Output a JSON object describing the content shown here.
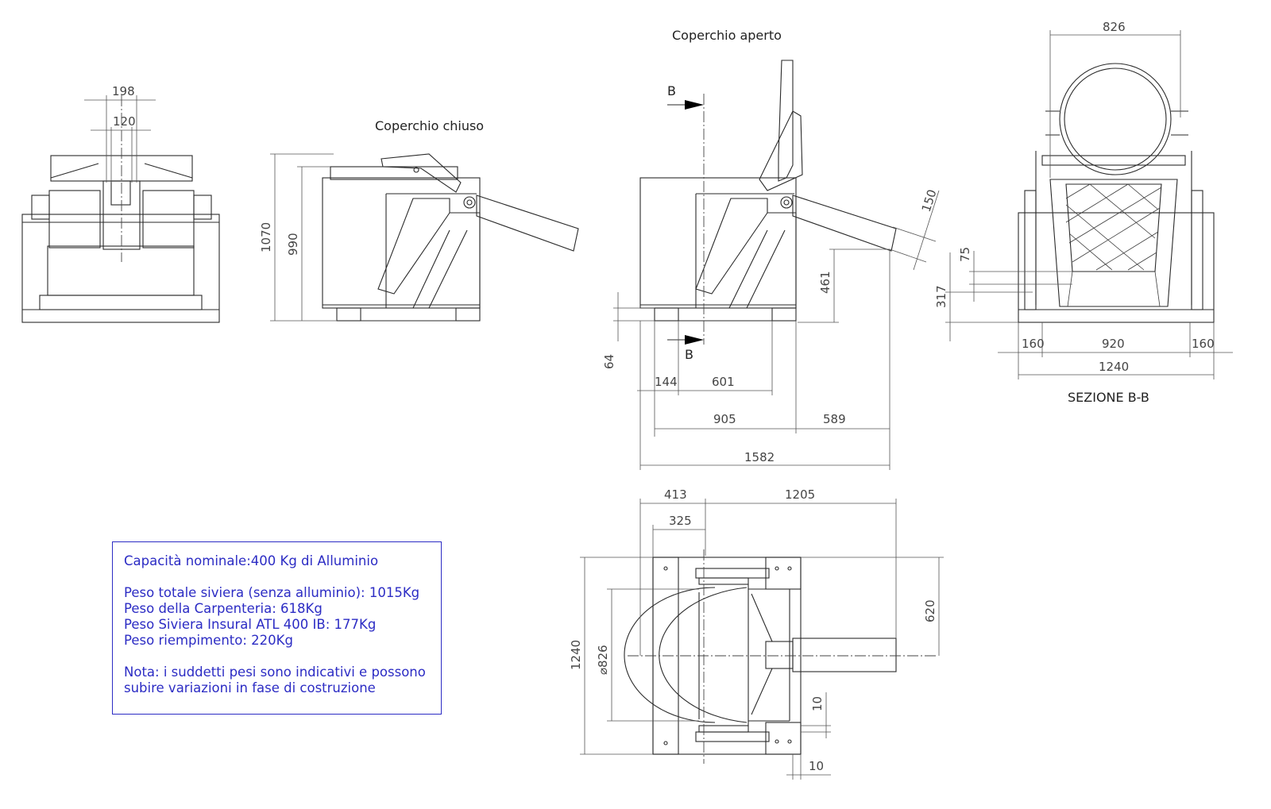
{
  "labels": {
    "closed": "Coperchio chiuso",
    "open": "Coperchio aperto",
    "section": "SEZIONE B-B",
    "cut_top": "B",
    "cut_bottom": "B"
  },
  "dims": {
    "d198": "198",
    "d120": "120",
    "d1070": "1070",
    "d990": "990",
    "d461": "461",
    "d150": "150",
    "d64": "64",
    "d144": "144",
    "d601": "601",
    "d905": "905",
    "d589": "589",
    "d1582": "1582",
    "d826": "826",
    "d75": "75",
    "d317": "317",
    "d160a": "160",
    "d920": "920",
    "d160b": "160",
    "d1240": "1240",
    "d413": "413",
    "d1205": "1205",
    "d325": "325",
    "d1240b": "1240",
    "d826b": "⌀826",
    "d620": "620",
    "d10a": "10",
    "d10b": "10"
  },
  "note": {
    "capacity": "Capacità nominale:400 Kg di Alluminio",
    "total": "Peso totale siviera (senza alluminio): 1015Kg",
    "frame": "Peso della Carpenteria: 618Kg",
    "ladle": "Peso Siviera Insural ATL 400 IB: 177Kg",
    "fill": "Peso riempimento: 220Kg",
    "remark1": "Nota: i suddetti pesi sono indicativi e possono",
    "remark2": "subire variazioni in fase di costruzione"
  }
}
